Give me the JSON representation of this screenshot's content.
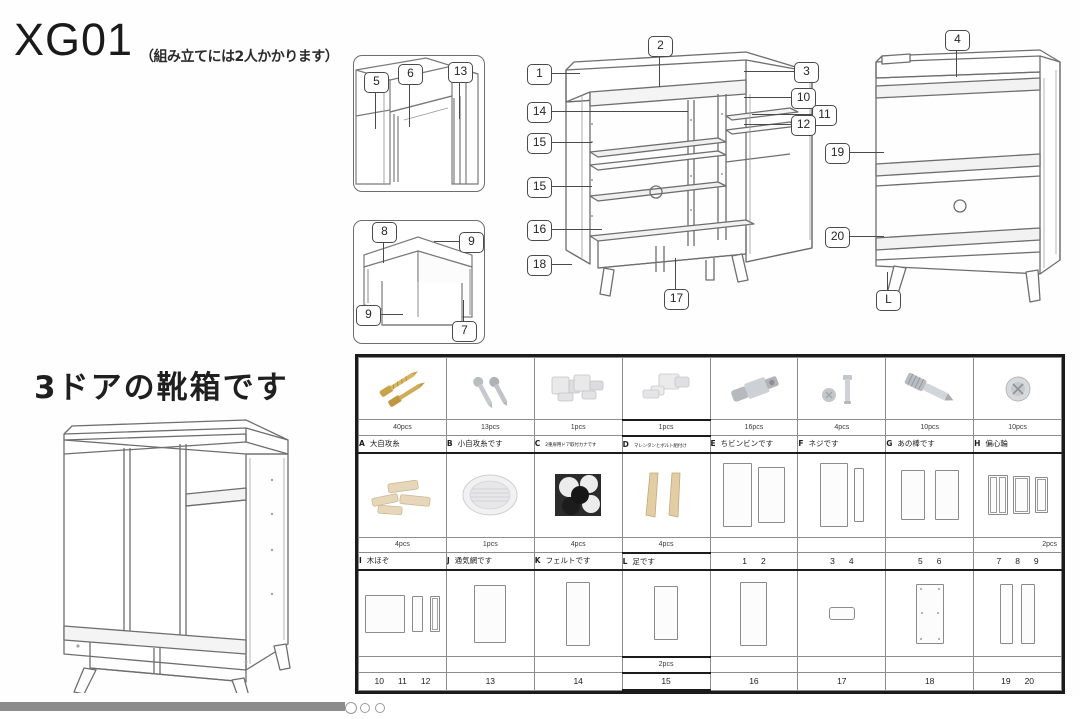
{
  "header": {
    "model_code": "XG01",
    "assembly_note": "（組み立てには2人かかります）"
  },
  "product": {
    "title": "3ドアの靴箱です"
  },
  "diagrams": {
    "detail_top": {
      "name": "corner-joint-detail",
      "callouts": [
        "5",
        "6",
        "13"
      ]
    },
    "detail_drawer": {
      "name": "drawer-box-detail",
      "callouts": [
        "8",
        "9",
        "9",
        "7"
      ]
    },
    "main_cabinet": {
      "name": "cabinet-exploded-front",
      "callouts": [
        "1",
        "2",
        "3",
        "14",
        "15",
        "15",
        "16",
        "18",
        "17",
        "10",
        "11",
        "12"
      ]
    },
    "back_panel": {
      "name": "cabinet-back-panel",
      "callouts": [
        "4",
        "19",
        "20",
        "L"
      ]
    },
    "finished": {
      "name": "finished-shoe-cabinet"
    }
  },
  "parts_table": {
    "rows": [
      {
        "cells": [
          {
            "key": "A",
            "label": "大自攻糸",
            "qty": "40pcs",
            "icon": "screw-large",
            "small": false
          },
          {
            "key": "B",
            "label": "小自攻糸です",
            "qty": "13pcs",
            "icon": "screw-small",
            "small": false
          },
          {
            "key": "C",
            "label": "2重扉用ドア取付カナです",
            "qty": "1pcs",
            "icon": "hinge-white",
            "small": true
          },
          {
            "key": "D",
            "label": "マレンタンとボルト組付け",
            "qty": "1pcs",
            "icon": "hinge-plate",
            "small": true
          },
          {
            "key": "E",
            "label": "ちビンビンです",
            "qty": "16pcs",
            "icon": "cam-bolt",
            "small": false
          },
          {
            "key": "F",
            "label": "ネジです",
            "qty": "4pcs",
            "icon": "bolt-flat",
            "small": false
          },
          {
            "key": "G",
            "label": "あの棒です",
            "qty": "10pcs",
            "icon": "dowel-bolt",
            "small": false
          },
          {
            "key": "H",
            "label": "偏心輪",
            "qty": "10pcs",
            "icon": "cam-lock",
            "small": false
          }
        ]
      },
      {
        "cells": [
          {
            "key": "I",
            "label": "木ほぞ",
            "qty": "4pcs",
            "icon": "wood-dowel",
            "small": false
          },
          {
            "key": "J",
            "label": "通気網です",
            "qty": "1pcs",
            "icon": "vent-mesh",
            "small": false
          },
          {
            "key": "K",
            "label": "フェルトです",
            "qty": "4pcs",
            "icon": "felt-pad",
            "small": false
          },
          {
            "key": "L",
            "label": "足です",
            "qty": "4pcs",
            "icon": "wooden-leg",
            "small": false
          },
          {
            "panels": [
              "1",
              "2"
            ],
            "qty": ""
          },
          {
            "panels": [
              "3",
              "4"
            ],
            "qty": ""
          },
          {
            "panels": [
              "5",
              "6"
            ],
            "qty": ""
          },
          {
            "panels": [
              "7",
              "8",
              "9"
            ],
            "qty": "2pcs"
          }
        ]
      },
      {
        "cells": [
          {
            "panels": [
              "10",
              "11",
              "12"
            ],
            "qty": ""
          },
          {
            "panels": [
              "13"
            ],
            "qty": ""
          },
          {
            "panels": [
              "14"
            ],
            "qty": ""
          },
          {
            "panels": [
              "15"
            ],
            "qty": "2pcs"
          },
          {
            "panels": [
              "16"
            ],
            "qty": ""
          },
          {
            "panels": [
              "17"
            ],
            "qty": ""
          },
          {
            "panels": [
              "18"
            ],
            "qty": ""
          },
          {
            "panels": [
              "19",
              "20"
            ],
            "qty": ""
          }
        ]
      }
    ]
  },
  "colors": {
    "line": "#6e6e6e",
    "callout_border": "#4a4a4a",
    "table_border": "#1b1b1b",
    "progress": "#8c8c8c"
  },
  "carousel": {
    "progress_label": "image-scroll-progress",
    "dot_count": 3
  }
}
